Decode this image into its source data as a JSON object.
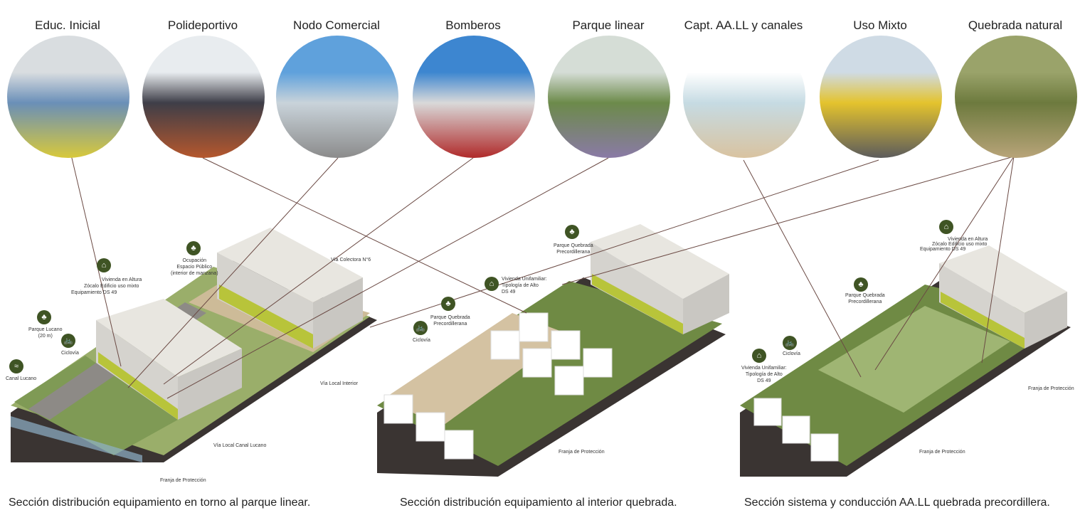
{
  "circles": [
    {
      "title": "Educ. Inicial",
      "colors": [
        "#d9dde0",
        "#6a8fb8",
        "#d8c93b"
      ]
    },
    {
      "title": "Polideportivo",
      "colors": [
        "#e8ecef",
        "#3e3e48",
        "#b5572d"
      ]
    },
    {
      "title": "Nodo Comercial",
      "colors": [
        "#5fa1dc",
        "#c9d3da",
        "#8b8b8b"
      ]
    },
    {
      "title": "Bomberos",
      "colors": [
        "#3d86d0",
        "#d9d9d9",
        "#b02a2a"
      ]
    },
    {
      "title": "Parque linear",
      "colors": [
        "#d5ddd6",
        "#6c8a4a",
        "#8a7aa6"
      ]
    },
    {
      "title": "Capt. AA.LL y canales",
      "colors": [
        "#ffffff",
        "#c6dbe3",
        "#d9c3a0"
      ]
    },
    {
      "title": "Uso Mixto",
      "colors": [
        "#cfdbe5",
        "#e4c32d",
        "#5c5c5c"
      ]
    },
    {
      "title": "Quebrada natural",
      "colors": [
        "#9aa36a",
        "#6d7a3e",
        "#b8a479"
      ]
    }
  ],
  "sections": [
    {
      "caption": "Sección distribución equipamiento en torno al parque linear.",
      "labels": {
        "vivienda": "Vivienda en Altura",
        "zocalo": "Zócalo",
        "edificio": "Edificio uso mixto",
        "equip": "Equipamiento",
        "ds": "DS 49",
        "ocup1": "Ocupación",
        "ocup2": "Espacio Público",
        "ocup3": "(interior de manzana)",
        "colectora": "Vía Colectora N°6",
        "parque1": "Parque Lucano",
        "parque2": "(20 m)",
        "ciclovia": "Ciclovía",
        "canal": "Canal Lucano",
        "local": "Vía Local Interior",
        "localcanal": "Vía Local Canal Lucano",
        "franja": "Franja de Protección"
      }
    },
    {
      "caption": "Sección distribución equipamiento al interior quebrada.",
      "labels": {
        "pq1": "Parque Quebrada",
        "pq2": "Precordillerana",
        "viv1": "Vivienda Unifamiliar:",
        "viv2": "Tipología de Alto",
        "viv3": "DS 49",
        "ciclovia": "Ciclovía",
        "franja": "Franja de Protección"
      }
    },
    {
      "caption": "Sección sistema y conducción AA.LL quebrada precordillera.",
      "labels": {
        "vivienda": "Vivienda en Altura",
        "zocalo": "Zócalo",
        "edificio": "Edificio uso mixto",
        "equip": "Equipamiento",
        "ds": "DS 49",
        "pq1": "Parque Quebrada",
        "pq2": "Precordillerana",
        "viv1": "Vivienda Unifamiliar:",
        "viv2": "Tipología de Alto",
        "viv3": "DS 49",
        "ciclovia": "Ciclovía",
        "franja": "Franja de Protección"
      }
    }
  ]
}
